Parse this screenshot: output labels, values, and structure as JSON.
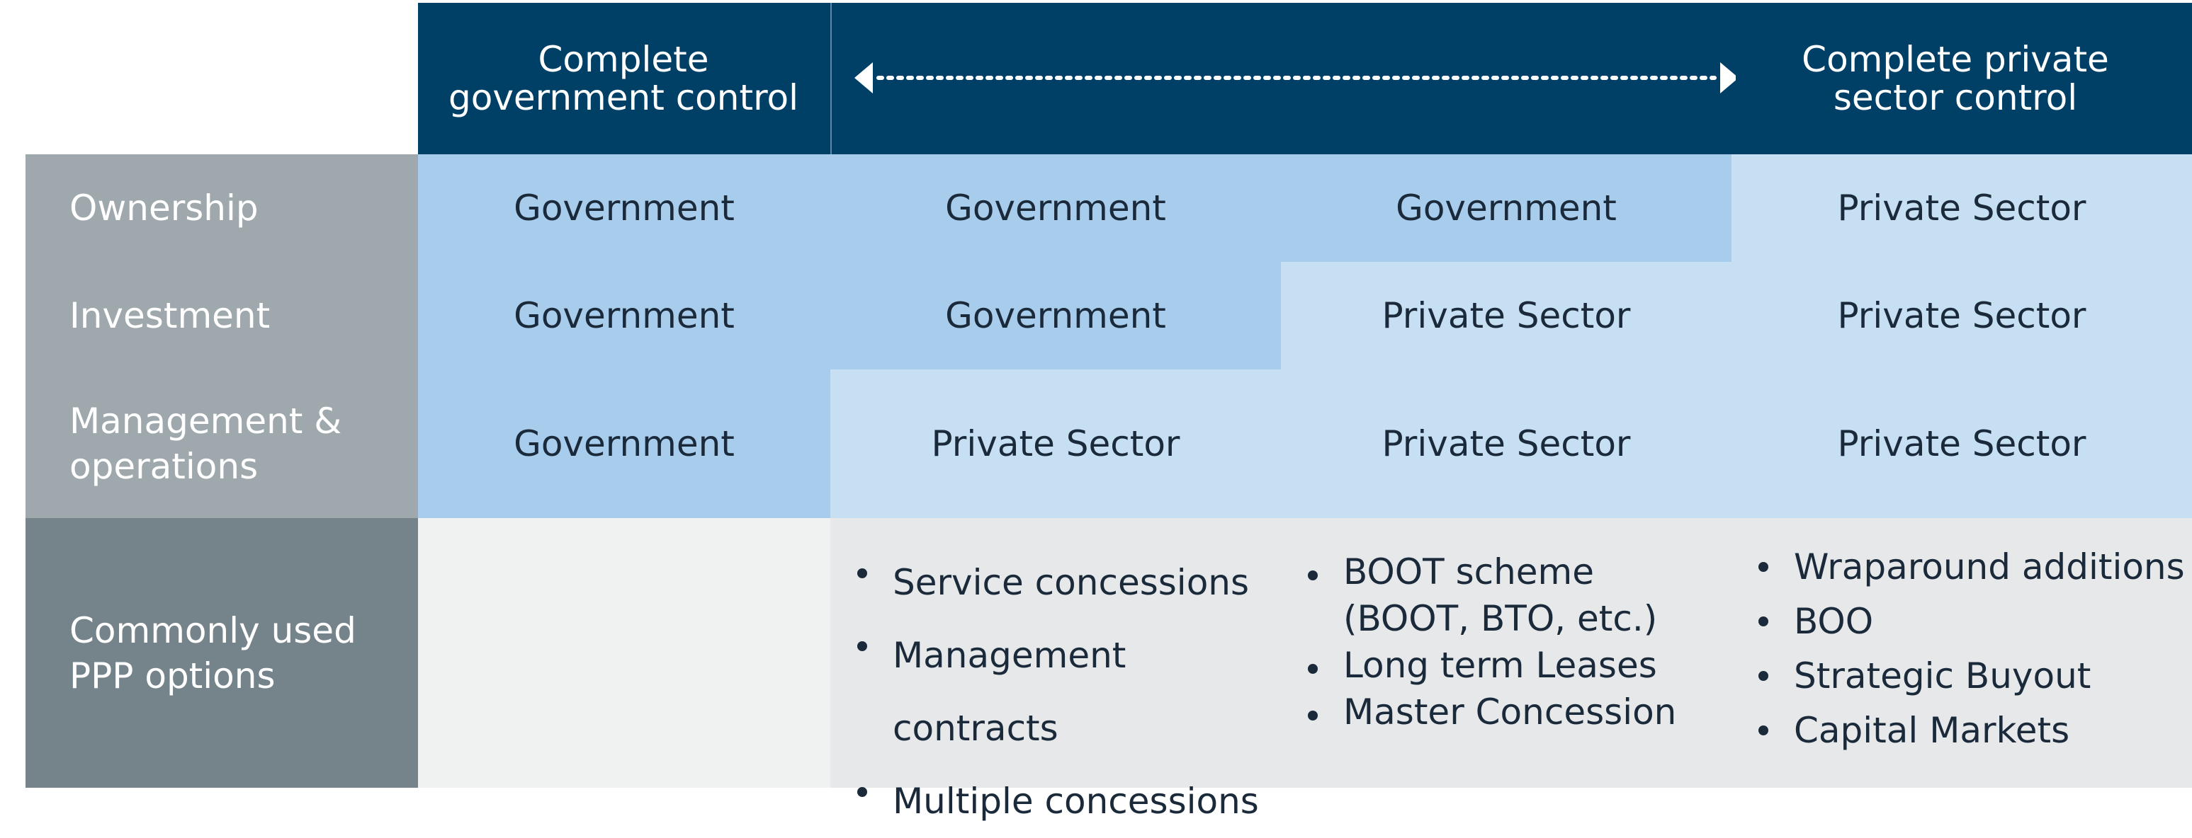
{
  "header": {
    "left_line1": "Complete",
    "left_line2": "government control",
    "right_line1": "Complete  private",
    "right_line2": "sector control"
  },
  "rows": [
    {
      "label": "Ownership",
      "cells": [
        "Government",
        "Government",
        "Government",
        "Private Sector"
      ]
    },
    {
      "label": "Investment",
      "cells": [
        "Government",
        "Government",
        "Private Sector",
        "Private Sector"
      ]
    },
    {
      "label_line1": "Management &",
      "label_line2": "operations",
      "cells": [
        "Government",
        "Private Sector",
        "Private Sector",
        "Private Sector"
      ]
    }
  ],
  "options": {
    "label_line1": "Commonly used",
    "label_line2": "PPP options",
    "col2": [
      "Service concessions",
      "Management contracts",
      "Multiple concessions"
    ],
    "col3": [
      "BOOT scheme",
      "(BOOT, BTO, etc.)",
      "Long term Leases",
      "Master Concession"
    ],
    "col4": [
      "Wraparound additions",
      "BOO",
      "Strategic Buyout",
      "Capital Markets"
    ]
  },
  "colors": {
    "header": "#003f66",
    "government": "#a7ccec",
    "private": "#c6dff3",
    "label_light": "#9ea8ad",
    "label_dark": "#75838b",
    "options_bg": "#e6e8e9"
  }
}
